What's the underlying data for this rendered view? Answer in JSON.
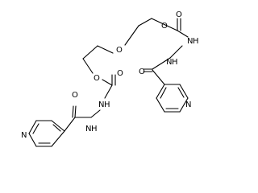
{
  "structure": {
    "atom_labels": {
      "o_ester_top": "O",
      "o_carbonyl_top": "O",
      "n_top_a": "N",
      "h_top_a": "H",
      "n_top_b": "N",
      "h_top_b": "H",
      "o_amide_top": "O",
      "n_pyridine_top": "N",
      "o_ether": "O",
      "o_ester_bottom": "O",
      "o_carbonyl_bottom": "O",
      "n_bottom_a": "N",
      "h_bottom_a": "H",
      "n_bottom_b": "N",
      "h_bottom_b": "H",
      "o_amide_bottom": "O",
      "n_pyridine_bottom": "N"
    }
  }
}
